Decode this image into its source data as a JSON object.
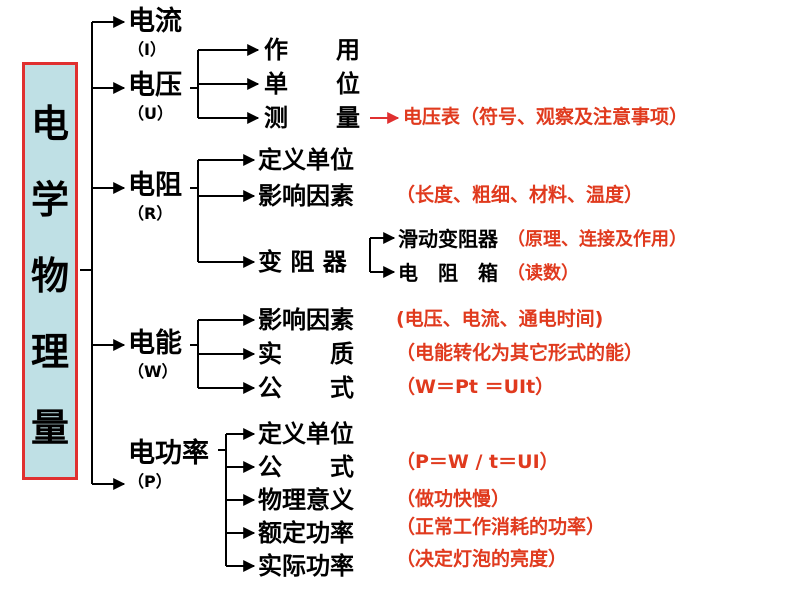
{
  "root": {
    "chars": [
      "电",
      "学",
      "物",
      "理",
      "量"
    ]
  },
  "branches": {
    "current": {
      "name": "电流",
      "symbol": "（I）"
    },
    "voltage": {
      "name": "电压",
      "symbol": "（U）",
      "items": [
        "作　　用",
        "单　　位",
        "测　　量"
      ],
      "measure_note": "电压表（符号、观察及注意事项）"
    },
    "resistance": {
      "name": "电阻",
      "symbol": "（R）",
      "definition": "定义单位",
      "factors": "影响因素",
      "factors_note": "（长度、粗细、材料、温度）",
      "rheostat": "变 阻 器",
      "sub1": "滑动变阻器",
      "sub1_note": "（原理、连接及作用）",
      "sub2": "电　阻　箱",
      "sub2_note": "（读数）"
    },
    "energy": {
      "name": "电能",
      "symbol": "（W）",
      "items": [
        "影响因素",
        "实　　质",
        "公　　式"
      ],
      "notes": [
        "(电压、电流、通电时间)",
        "（电能转化为其它形式的能）",
        "（W＝Pt ＝UIt）"
      ]
    },
    "power": {
      "name": "电功率",
      "symbol": "（P）",
      "items": [
        "定义单位",
        "公　　式",
        "物理意义",
        "额定功率",
        "实际功率"
      ],
      "notes": [
        "",
        "（P＝W / t＝UI）",
        "（做功快慢）",
        "（正常工作消耗的功率）",
        "（决定灯泡的亮度）"
      ]
    }
  },
  "colors": {
    "box_fill": "#bfe0e5",
    "box_border": "#e03030",
    "note": "#e03a1e",
    "line": "#000000",
    "arrow_red": "#e03030"
  }
}
